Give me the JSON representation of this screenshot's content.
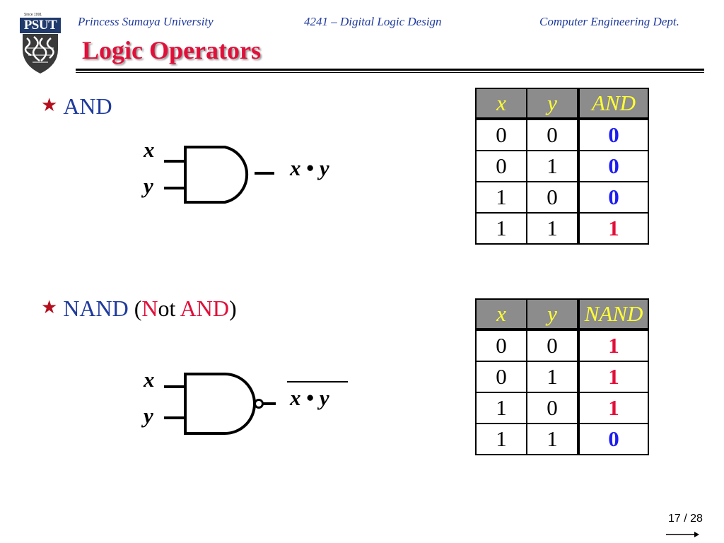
{
  "header": {
    "logo_since": "Since 1991",
    "logo_text": "PSUT",
    "university": "Princess Sumaya University",
    "course": "4241 – Digital Logic Design",
    "department": "Computer Engineering Dept."
  },
  "slide": {
    "title": "Logic Operators",
    "sections": [
      {
        "bullet": "AND",
        "gate": {
          "input_x": "x",
          "input_y": "y",
          "output_expr_a": "x",
          "output_expr_op": "•",
          "output_expr_b": "y"
        },
        "table": {
          "headers": [
            "x",
            "y",
            "AND"
          ],
          "rows": [
            [
              "0",
              "0",
              "0"
            ],
            [
              "0",
              "1",
              "0"
            ],
            [
              "1",
              "0",
              "0"
            ],
            [
              "1",
              "1",
              "1"
            ]
          ]
        }
      },
      {
        "bullet_name": "NAND",
        "bullet_open": "(",
        "bullet_n": "N",
        "bullet_ot": "ot",
        "bullet_and": "AND",
        "bullet_close": ")",
        "gate": {
          "input_x": "x",
          "input_y": "y",
          "output_expr_a": "x",
          "output_expr_op": "•",
          "output_expr_b": "y"
        },
        "table": {
          "headers": [
            "x",
            "y",
            "NAND"
          ],
          "rows": [
            [
              "0",
              "0",
              "1"
            ],
            [
              "0",
              "1",
              "1"
            ],
            [
              "1",
              "0",
              "1"
            ],
            [
              "1",
              "1",
              "0"
            ]
          ]
        }
      }
    ]
  },
  "footer": {
    "page": "17 / 28"
  },
  "colors": {
    "title": "#e1103a",
    "header_text": "#1f3a9e",
    "value_zero": "#1c1cf0",
    "value_one": "#e1103a",
    "table_header_bg": "#8c8c8c",
    "table_header_text": "#ffff33"
  }
}
